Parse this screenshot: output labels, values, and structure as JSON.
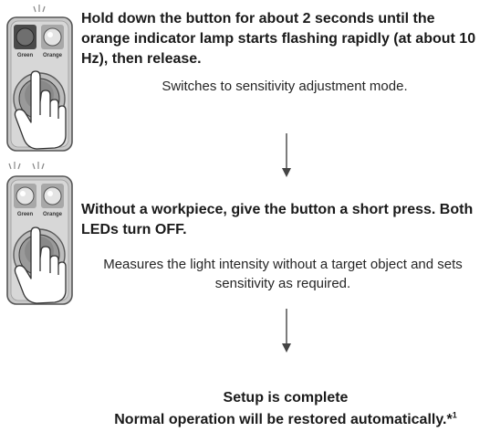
{
  "steps": [
    {
      "instruction": "Hold down the button for about 2 seconds until the orange indicator lamp starts flashing rapidly (at about 10 Hz), then release.",
      "result": "Switches to sensitivity adjustment mode.",
      "device": {
        "green_label": "Green",
        "orange_label": "Orange"
      }
    },
    {
      "instruction": "Without a workpiece, give the button a short press. Both LEDs turn OFF.",
      "result": "Measures the light intensity without a target object and sets sensitivity as required.",
      "device": {
        "green_label": "Green",
        "orange_label": "Orange"
      }
    }
  ],
  "completion": {
    "title": "Setup is complete",
    "message": "Normal operation will be restored automatically.*",
    "footnote_mark": "1"
  }
}
